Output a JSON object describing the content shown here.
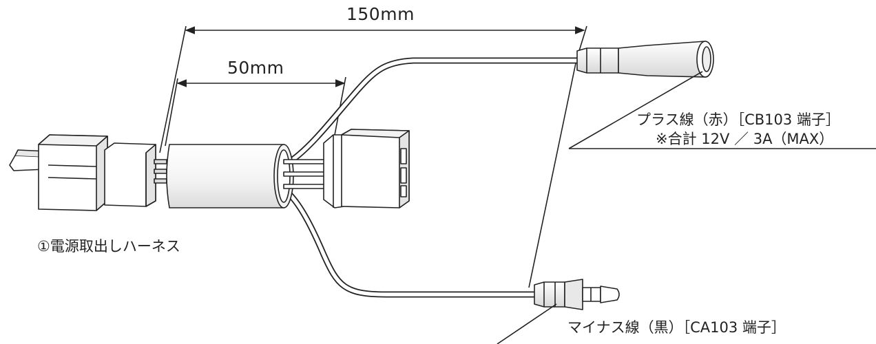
{
  "dimensions": {
    "total_length": "150mm",
    "short_length": "50mm"
  },
  "labels": {
    "harness_name": "①電源取出しハーネス",
    "plus_wire": "プラス線（赤）［CB103 端子］",
    "plus_note": "※合計 12V ／ 3A（MAX）",
    "minus_wire": "マイナス線（黒）［CA103 端子］"
  },
  "colors": {
    "line": "#222222",
    "fill": "#ffffff",
    "shade": "#e6e6e6"
  }
}
